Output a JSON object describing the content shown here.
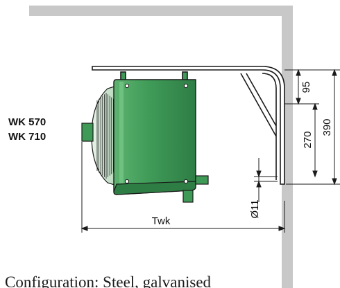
{
  "models": [
    "WK 570",
    "WK 710"
  ],
  "dimensions": {
    "height_top": "95",
    "height_mid": "270",
    "height_total": "390",
    "hole_diameter": "Ø11",
    "width": "Twk"
  },
  "caption": "Configuration: Steel, galvanised",
  "colors": {
    "wall": "#c8c8c8",
    "unit_green": "#3f9a57",
    "unit_green_light": "#6cc07f",
    "fins": "#d9ead9",
    "outline": "#1a1a1a"
  }
}
